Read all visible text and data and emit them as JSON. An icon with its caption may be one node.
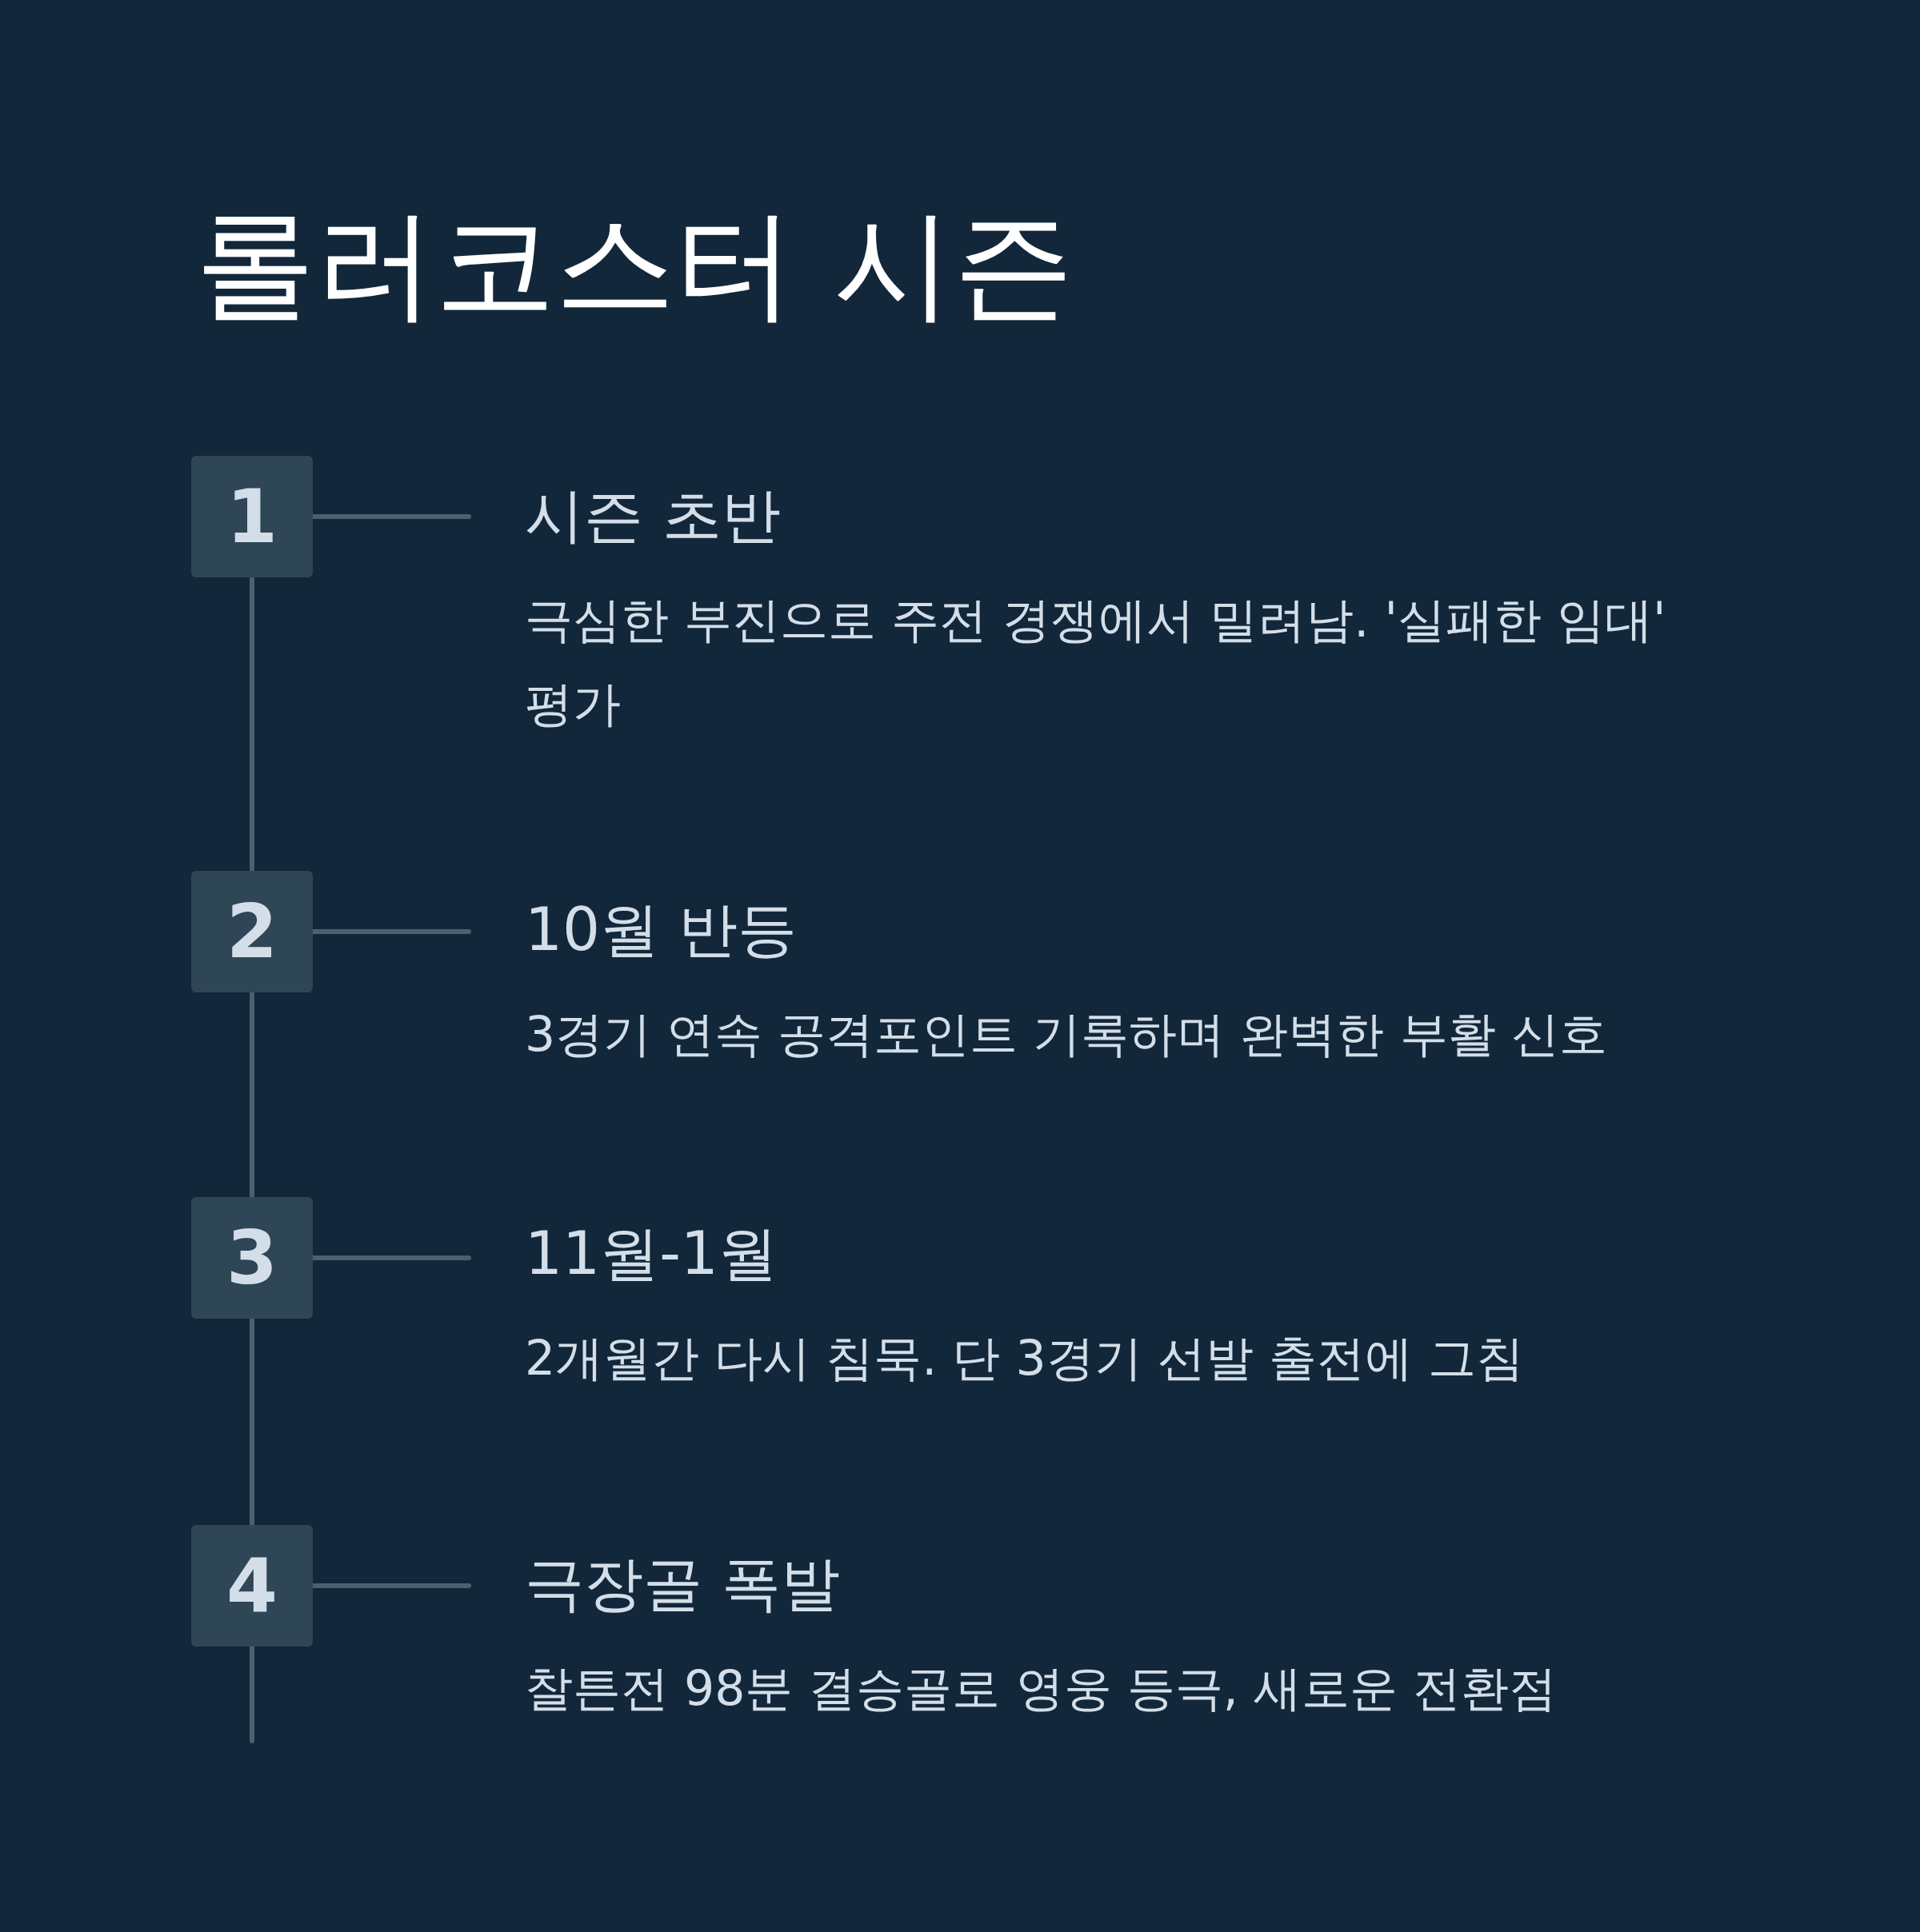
{
  "diagram": {
    "title": "롤러코스터 시즌",
    "nodes": [
      {
        "text": [
          "1"
        ]
      },
      {
        "text": [
          "시즌 초반",
          "극심한 부진으로 주전 경쟁에서 밀려남. '실패한 임대' 평가"
        ]
      },
      {
        "text": [
          "2"
        ]
      },
      {
        "text": [
          "10월 반등",
          "3경기 연속 공격포인트 기록하며 완벽한 부활 신호"
        ]
      },
      {
        "text": [
          "3"
        ]
      },
      {
        "text": [
          "11월-1월",
          "2개월간 다시 침묵. 단 3경기 선발 출전에 그침"
        ]
      },
      {
        "text": [
          "4"
        ]
      },
      {
        "text": [
          "극장골 폭발",
          "찰튼전 98분 결승골로 영웅 등극, 새로운 전환점"
        ]
      }
    ],
    "edges": [
      {
        "from": 0,
        "to": 1,
        "arrow": "none"
      },
      {
        "from": 0,
        "to": 2,
        "arrow": "none"
      },
      {
        "from": 2,
        "to": 3,
        "arrow": "none"
      },
      {
        "from": 2,
        "to": 4,
        "arrow": "none"
      },
      {
        "from": 4,
        "to": 5,
        "arrow": "none"
      },
      {
        "from": 4,
        "to": 6,
        "arrow": "none"
      },
      {
        "from": 6,
        "to": 7,
        "arrow": "none"
      },
      {
        "from": 6,
        "to": null,
        "arrow": "none"
      }
    ]
  }
}
